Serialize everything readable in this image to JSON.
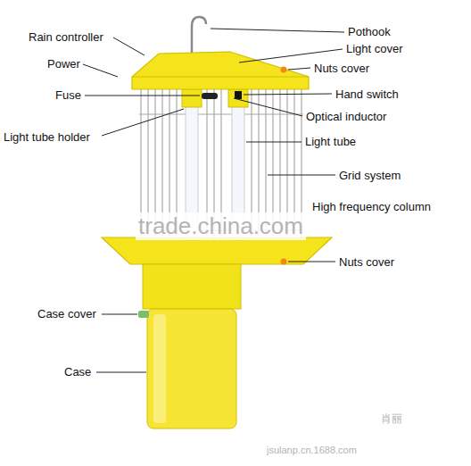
{
  "diagram": {
    "labels": [
      "Rain controller",
      "Power",
      "Fuse",
      "Light tube holder",
      "Pothook",
      "Light cover",
      "Nuts cover",
      "Hand switch",
      "Optical inductor",
      "Light tube",
      "Grid system",
      "High frequency column",
      "Nuts cover",
      "Case cover",
      "Case",
      "trade.china.com",
      "jsulanp.cn.1688.com",
      "肖丽"
    ]
  }
}
